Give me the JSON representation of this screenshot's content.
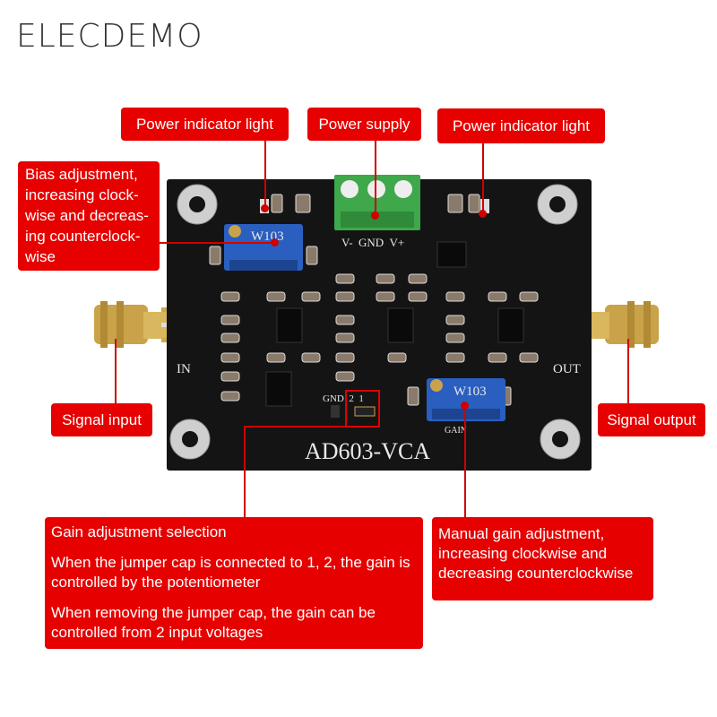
{
  "brand": "ELECDEMO",
  "board": {
    "title": "AD603-VCA",
    "in_label": "IN",
    "out_label": "OUT",
    "power_pins": "V-  GND  V+",
    "jumper_labels": "GND  2  1",
    "gain_label": "GAIN",
    "pot_marking": "W103"
  },
  "callouts": {
    "power_light_left": "Power indicator light",
    "power_supply": "Power supply",
    "power_light_right": "Power indicator light",
    "bias": [
      "Bias adjustment,",
      "increasing clock-",
      "wise and decreas-",
      "ing counterclock-",
      "wise"
    ],
    "signal_input": "Signal input",
    "signal_output": "Signal output",
    "gain_selection": {
      "title": "Gain adjustment selection",
      "line1": "When the jumper cap is connected to 1, 2, the gain is controlled by the potentiometer",
      "line2": "When removing the jumper cap, the gain can be controlled from 2 input voltages"
    },
    "manual_gain": "Manual gain adjustment, increasing clockwise and decreasing counterclockwise"
  },
  "colors": {
    "callout": "#e60000",
    "board": "#141414",
    "terminal": "#3ea84a",
    "pot": "#2a5fc0"
  }
}
